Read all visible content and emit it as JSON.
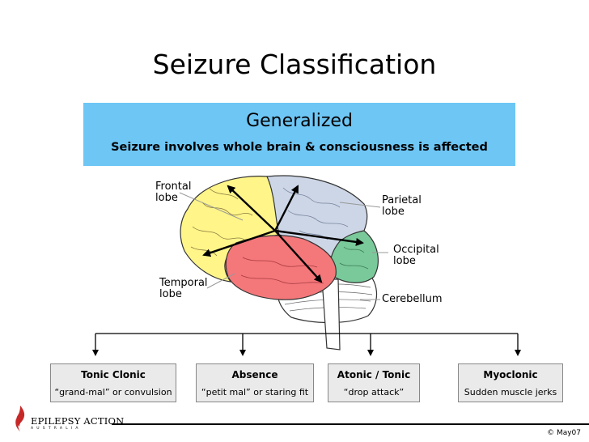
{
  "title": "Seizure Classification",
  "banner": {
    "title": "Generalized",
    "subtitle": "Seizure involves whole brain & consciousness is affected",
    "color": "#6ec6f5"
  },
  "brain_labels": {
    "frontal": "Frontal\nlobe",
    "parietal": "Parietal\nlobe",
    "occipital": "Occipital\nlobe",
    "temporal": "Temporal\nlobe",
    "cerebellum": "Cerebellum"
  },
  "categories": [
    {
      "name": "Tonic Clonic",
      "desc": "“grand-mal” or convulsion"
    },
    {
      "name": "Absence",
      "desc": "“petit mal” or staring fit"
    },
    {
      "name": "Atonic / Tonic",
      "desc": "“drop attack”"
    },
    {
      "name": "Myoclonic",
      "desc": "Sudden muscle jerks"
    }
  ],
  "footer": {
    "logo_text": "EPILEPSY ACTION",
    "logo_subtext": "AUSTRALIA",
    "copyright": "© May07"
  }
}
